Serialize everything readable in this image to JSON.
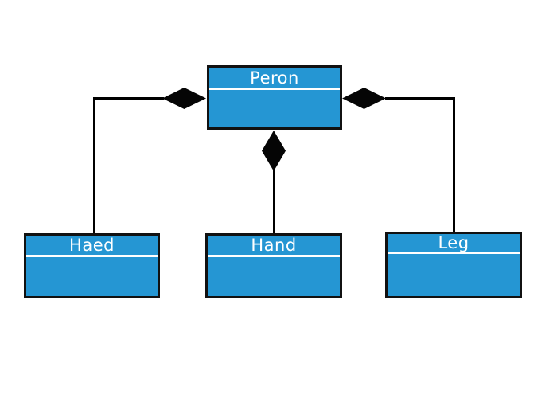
{
  "colors": {
    "node_fill": "#2596D3",
    "node_border": "#111111",
    "edge": "#000000",
    "diamond": "#050505",
    "title_text": "#ffffff",
    "background": "#ffffff"
  },
  "diagram": {
    "type": "uml-composition",
    "nodes": [
      {
        "id": "peron",
        "label": "Peron"
      },
      {
        "id": "haed",
        "label": "Haed"
      },
      {
        "id": "hand",
        "label": "Hand"
      },
      {
        "id": "leg",
        "label": "Leg"
      }
    ],
    "edges": [
      {
        "from": "Peron",
        "to": "Haed",
        "type": "composition",
        "diamond_at": "Peron"
      },
      {
        "from": "Peron",
        "to": "Hand",
        "type": "composition",
        "diamond_at": "Peron"
      },
      {
        "from": "Peron",
        "to": "Leg",
        "type": "composition",
        "diamond_at": "Peron"
      }
    ]
  }
}
